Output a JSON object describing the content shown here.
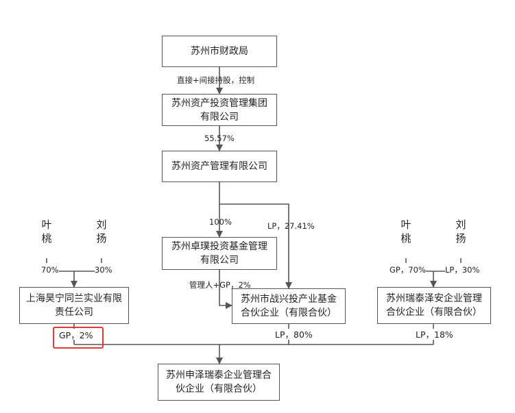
{
  "nodes": {
    "finance_bureau": [
      "苏州市财政局"
    ],
    "asset_group": [
      "苏州资产投资管理集团",
      "有限公司"
    ],
    "asset_mgmt": [
      "苏州资产管理有限公司"
    ],
    "zhuopu": [
      "苏州卓璞投资基金管理",
      "有限公司"
    ],
    "haotong": [
      "上海昊宁同兰实业有限",
      "责任公司"
    ],
    "zhanxing": [
      "苏州市战兴投产业基金",
      "合伙企业（有限合伙）"
    ],
    "ruitai": [
      "苏州瑞泰泽安企业管理",
      "合伙企业（有限合伙）"
    ],
    "shenze": [
      "苏州申泽瑞泰企业管理合",
      "伙企业（有限合伙）"
    ]
  },
  "people": {
    "ye_left": [
      "叶",
      "桃"
    ],
    "liu_left": [
      "刘",
      "扬"
    ],
    "ye_right": [
      "叶",
      "桃"
    ],
    "liu_right": [
      "刘",
      "扬"
    ]
  },
  "edges": {
    "finance_to_group": "直接+间接持股，控制",
    "group_to_asset": "55.57%",
    "asset_to_zhuopu": "100%",
    "asset_to_zhanxing": "LP，27.41%",
    "zhuopu_to_zhanxing": "管理人+GP，2%",
    "ye_left_share": "70%",
    "liu_left_share": "30%",
    "ye_right_share": "GP，70%",
    "liu_right_share": "LP，30%",
    "haotong_to_shenze": "GP，2%",
    "zhanxing_to_shenze": "LP，80%",
    "ruitai_to_shenze": "LP，18%"
  },
  "colors": {
    "line": "#555555",
    "highlight": "#e53935"
  }
}
